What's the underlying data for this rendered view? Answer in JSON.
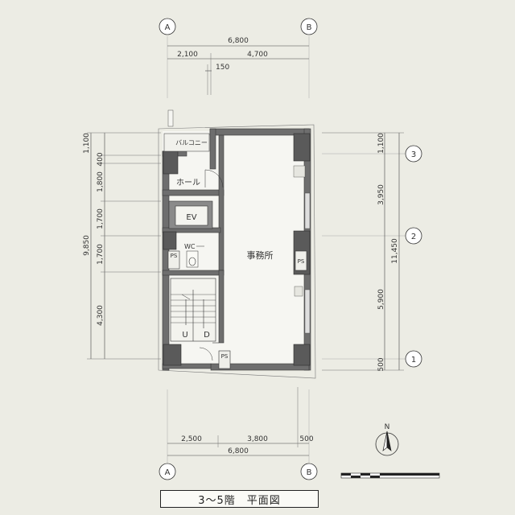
{
  "axes": {
    "col_a": "A",
    "col_b": "B",
    "row_1": "1",
    "row_2": "2",
    "row_3": "3"
  },
  "dims_top": {
    "total": "6,800",
    "left": "2,100",
    "right": "4,700",
    "gap": "150"
  },
  "dims_bottom": {
    "left": "2,500",
    "mid": "3,800",
    "right": "500",
    "total": "6,800"
  },
  "dims_left": {
    "total": "9,850",
    "d1": "1,100",
    "d2": "400",
    "d3": "1,800",
    "d4": "1,700",
    "d5": "1,700",
    "d6": "4,300"
  },
  "dims_right": {
    "total": "11,450",
    "d1": "1,100",
    "d2": "3,950",
    "d3": "5,900",
    "d4": "500"
  },
  "rooms": {
    "balcony": "バルコニー",
    "hall": "ホール",
    "ev": "EV",
    "wc": "WC",
    "ps1": "PS",
    "ps2": "PS",
    "ps3": "PS",
    "office": "事務所",
    "up": "U",
    "down": "D"
  },
  "north": "N",
  "title": "3～5階　平面図"
}
